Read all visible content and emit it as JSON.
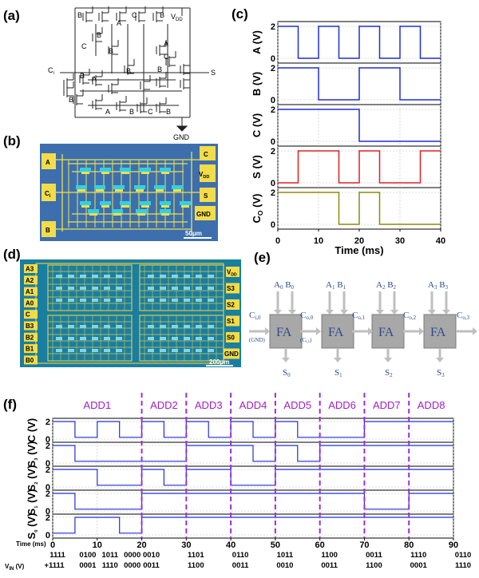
{
  "panel_labels": {
    "a": "(a)",
    "b": "(b)",
    "c": "(c)",
    "d": "(d)",
    "e": "(e)",
    "f": "(f)"
  },
  "circuit_a": {
    "labels": {
      "vdd": "V",
      "vdd_sub": "DD",
      "gnd": "GND",
      "s": "S",
      "ci": "C",
      "ci_sub": "i",
      "A": "A",
      "B": "B",
      "C": "C"
    }
  },
  "chip_b": {
    "pads_left": [
      "A",
      "C",
      "B"
    ],
    "pads_left_sub": [
      "",
      "i",
      ""
    ],
    "pads_right": [
      "C",
      "V",
      "S",
      "GND"
    ],
    "vdd_sub": "DD",
    "scale": "50μm",
    "colors": {
      "bg": "#3d6fae",
      "wire": "#f0e04a",
      "gate": "#33cfe3",
      "pad": "#f2dc4a"
    }
  },
  "chip_d": {
    "pads_left": [
      "A3",
      "A2",
      "A1",
      "A0",
      "C",
      "B3",
      "B2",
      "B1",
      "B0"
    ],
    "pads_right": [
      "V",
      "S3",
      "S2",
      "S1",
      "S0",
      "GND"
    ],
    "vdd_sub": "DD",
    "scale": "200μm",
    "colors": {
      "bg": "#1a7ea0",
      "wire": "#d8c94a"
    }
  },
  "diagram_e": {
    "blocks": [
      "FA",
      "FA",
      "FA",
      "FA"
    ],
    "inputs": [
      [
        "A",
        "0",
        "B",
        "0"
      ],
      [
        "A",
        "1",
        "B",
        "1"
      ],
      [
        "A",
        "2",
        "B",
        "2"
      ],
      [
        "A",
        "3",
        "B",
        "3"
      ]
    ],
    "outputs": [
      [
        "S",
        "0"
      ],
      [
        "S",
        "1"
      ],
      [
        "S",
        "2"
      ],
      [
        "S",
        "3"
      ]
    ],
    "carries": [
      [
        "C",
        "i,0"
      ],
      [
        "C",
        "o,0"
      ],
      [
        "C",
        "o,1"
      ],
      [
        "C",
        "o,2"
      ],
      [
        "C",
        "o,3"
      ]
    ],
    "notes": [
      "(GND)",
      "(C",
      ")"
    ],
    "note_sub": "i,1"
  },
  "chart_data": [
    {
      "type": "line",
      "panel": "c",
      "xlabel": "Time (ms)",
      "xlim": [
        0,
        40
      ],
      "x_ticks": [
        0,
        10,
        20,
        30,
        40
      ],
      "series": [
        {
          "name": "A",
          "ylabel": "A (V)",
          "ylim": [
            0,
            2
          ],
          "y_ticks": [
            0,
            2
          ],
          "color": "#1f2fd6",
          "x": [
            0,
            5,
            5,
            10,
            10,
            15,
            15,
            20,
            20,
            25,
            25,
            30,
            30,
            35,
            35,
            40
          ],
          "y": [
            2,
            2,
            0,
            0,
            2,
            2,
            0,
            0,
            2,
            2,
            0,
            0,
            2,
            2,
            0,
            0
          ]
        },
        {
          "name": "B",
          "ylabel": "B (V)",
          "ylim": [
            0,
            2
          ],
          "y_ticks": [
            0,
            2
          ],
          "color": "#1f2fd6",
          "x": [
            0,
            10,
            10,
            20,
            20,
            30,
            30,
            40
          ],
          "y": [
            2,
            2,
            0,
            0,
            2,
            2,
            0,
            0
          ]
        },
        {
          "name": "C",
          "ylabel": "C (V)",
          "ylim": [
            0,
            2
          ],
          "y_ticks": [
            0,
            2
          ],
          "color": "#1f2fd6",
          "x": [
            0,
            20,
            20,
            40
          ],
          "y": [
            2,
            2,
            0,
            0
          ]
        },
        {
          "name": "S",
          "ylabel": "S (V)",
          "ylim": [
            0,
            2
          ],
          "y_ticks": [
            0,
            2
          ],
          "color": "#e02020",
          "x": [
            0,
            5,
            5,
            15,
            15,
            20,
            20,
            25,
            25,
            35,
            35,
            40
          ],
          "y": [
            0,
            0,
            2,
            2,
            0,
            0,
            2,
            2,
            0,
            0,
            2,
            2
          ]
        },
        {
          "name": "Co",
          "ylabel": "C",
          "ylabel_sub": "O",
          "ylabel_unit": " (V)",
          "ylim": [
            0,
            2
          ],
          "y_ticks": [
            0,
            2
          ],
          "color": "#8a8a10",
          "x": [
            0,
            15,
            15,
            20,
            20,
            25,
            25,
            40
          ],
          "y": [
            2,
            2,
            0,
            0,
            2,
            2,
            0,
            0
          ]
        }
      ]
    },
    {
      "type": "line",
      "panel": "f",
      "xlabel": "Time (ms)",
      "xlim": [
        0,
        90
      ],
      "x_ticks": [
        0,
        10,
        20,
        30,
        40,
        50,
        60,
        70,
        80,
        90
      ],
      "adds": [
        "ADD1",
        "ADD2",
        "ADD3",
        "ADD4",
        "ADD5",
        "ADD6",
        "ADD7",
        "ADD8"
      ],
      "add_dividers": [
        20,
        30,
        40,
        50,
        60,
        70,
        80
      ],
      "vin_label": "V",
      "vin_sub": "IN",
      "vin_unit": " (V)",
      "vin_rows": [
        [
          "1111",
          "0100",
          "1011",
          "0000",
          "0010",
          "1101",
          "0110",
          "1011",
          "1100",
          "0011",
          "1110",
          "0110"
        ],
        [
          "+1111",
          "0001",
          "1110",
          "0000",
          "0011",
          "1100",
          "0011",
          "0010",
          "0011",
          "1100",
          "0001",
          "1110"
        ]
      ],
      "series": [
        {
          "name": "C",
          "ylabel": "C (V)",
          "ylim": [
            0,
            2
          ],
          "y_ticks": [
            0,
            2
          ],
          "color": "#1f2fd6",
          "x": [
            0,
            5,
            5,
            10,
            10,
            15,
            15,
            20,
            20,
            25,
            25,
            30,
            30,
            35,
            35,
            40,
            40,
            45,
            45,
            50,
            50,
            55,
            55,
            60,
            60,
            70,
            70,
            80,
            80,
            90
          ],
          "y": [
            2,
            2,
            0.2,
            0.2,
            2,
            2,
            0.2,
            0.2,
            2,
            2,
            0.2,
            0.2,
            2,
            2,
            0.2,
            0.2,
            2,
            2,
            0.2,
            0.2,
            2,
            2,
            0.2,
            0.2,
            0.2,
            0.2,
            2,
            2,
            2,
            2
          ]
        },
        {
          "name": "S3",
          "ylabel": "S",
          "ylabel_sub": "3",
          "ylabel_unit": " (V)",
          "ylim": [
            0,
            2
          ],
          "y_ticks": [
            0,
            2
          ],
          "color": "#1f2fd6",
          "x": [
            0,
            5,
            5,
            15,
            15,
            20,
            20,
            30,
            30,
            40,
            40,
            45,
            45,
            50,
            50,
            55,
            55,
            60,
            60,
            90
          ],
          "y": [
            2,
            2,
            0.2,
            0.2,
            0.2,
            0.2,
            0.2,
            0.2,
            2,
            2,
            2,
            2,
            0.2,
            0.2,
            2,
            2,
            0.2,
            0.2,
            2,
            2
          ]
        },
        {
          "name": "S2",
          "ylabel": "S",
          "ylabel_sub": "2",
          "ylabel_unit": " (V)",
          "ylim": [
            0,
            2
          ],
          "y_ticks": [
            0,
            2
          ],
          "color": "#1f2fd6",
          "x": [
            0,
            10,
            10,
            20,
            20,
            25,
            25,
            30,
            30,
            40,
            40,
            50,
            50,
            60,
            60,
            90
          ],
          "y": [
            2,
            2,
            0.2,
            0.2,
            2,
            2,
            0.2,
            0.2,
            2,
            2,
            0.2,
            0.2,
            2,
            2,
            2,
            2
          ]
        },
        {
          "name": "S1",
          "ylabel": "S",
          "ylabel_sub": "1",
          "ylabel_unit": " (V)",
          "ylim": [
            0,
            2
          ],
          "y_ticks": [
            0,
            2
          ],
          "color": "#1f2fd6",
          "x": [
            0,
            5,
            5,
            20,
            20,
            50,
            50,
            60,
            60,
            70,
            70,
            80,
            80,
            90
          ],
          "y": [
            2,
            2,
            0.2,
            0.2,
            2,
            2,
            2,
            2,
            2,
            2,
            0.2,
            0.2,
            2,
            2
          ]
        },
        {
          "name": "S0",
          "ylabel": "S",
          "ylabel_sub": "0",
          "ylabel_unit": " (V)",
          "ylim": [
            0,
            2
          ],
          "y_ticks": [
            0,
            2
          ],
          "color": "#1f2fd6",
          "x": [
            0,
            5,
            5,
            15,
            15,
            20,
            20,
            90
          ],
          "y": [
            0.2,
            0.2,
            2,
            2,
            0.2,
            0.2,
            2,
            2
          ]
        }
      ]
    }
  ]
}
